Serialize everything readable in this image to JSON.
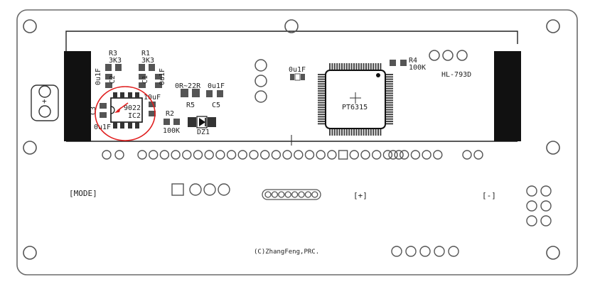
{
  "board": {
    "outline_color": "#6b6b6b",
    "pad_color": "#555555",
    "block_color": "#111111",
    "highlight_color": "#e02020"
  },
  "labels": {
    "r3": "R3",
    "r3_value": "3K3",
    "r1": "R1",
    "r1_value": "3K3",
    "c2": "C2",
    "c2_value": "0u1F",
    "c1": "C1",
    "c1_value": "0u1F",
    "c4_value": "10uF",
    "c3": "C3",
    "c3_value": "0u1F",
    "ic2_part": "9022",
    "ic2": "IC2",
    "r5_value": "0R~22R",
    "r5": "R5",
    "c5_value": "0u1F",
    "c5": "C5",
    "r2": "R2",
    "r2_value": "100K",
    "dz1": "DZ1",
    "c6_value": "0u1F",
    "pt6315": "PT6315",
    "r4": "R4",
    "r4_value": "100K",
    "display_model": "HL-793D",
    "mode_button": "[MODE]",
    "plus_button": "[+]",
    "minus_button": "[-]",
    "copyright": "(C)ZhangFeng,PRC.",
    "battery_plus": "+"
  }
}
